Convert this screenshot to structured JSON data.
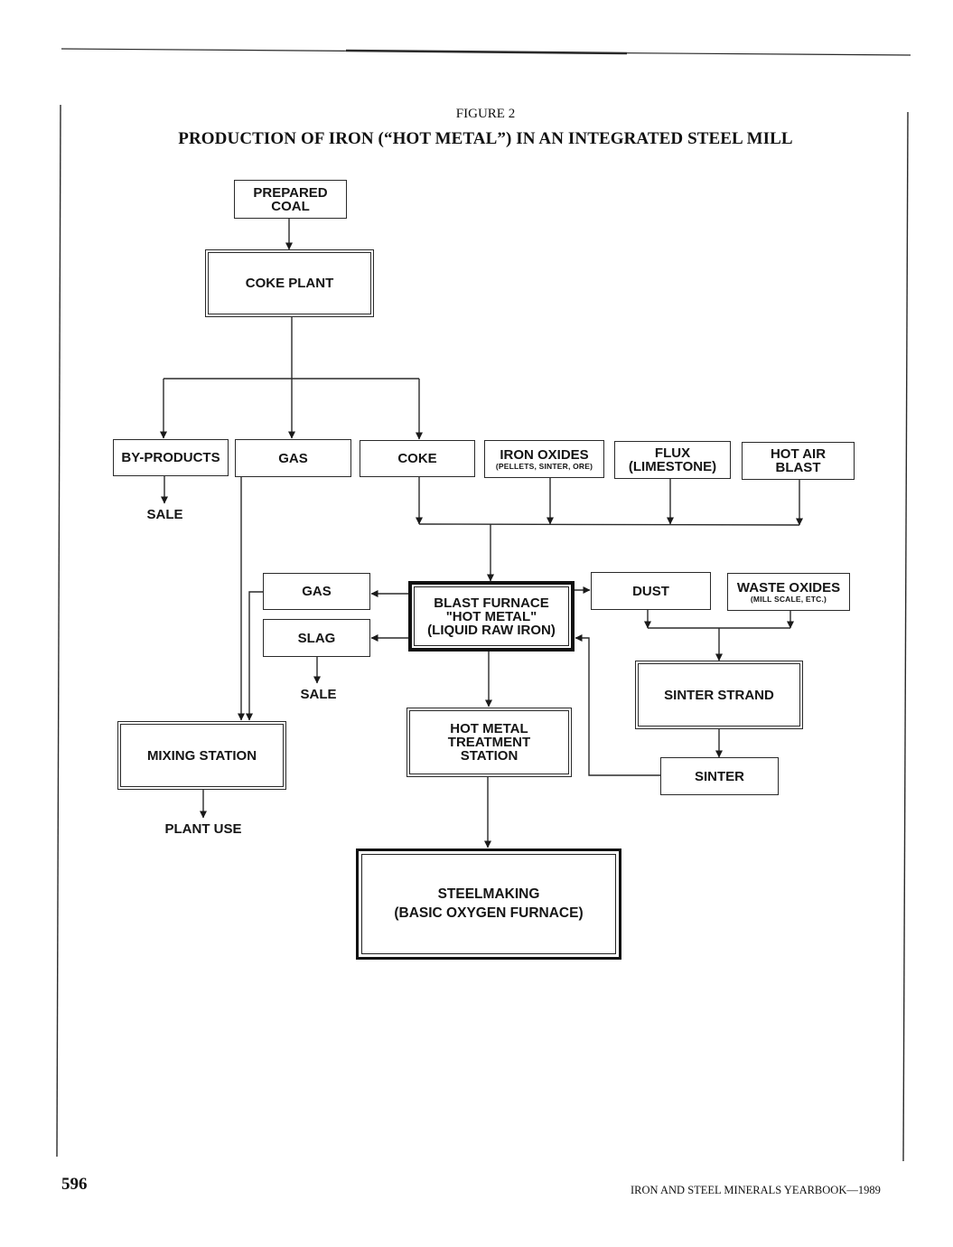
{
  "figure": {
    "label": "FIGURE 2",
    "title": "PRODUCTION OF IRON (“HOT METAL”) IN AN INTEGRATED STEEL MILL"
  },
  "nodes": {
    "prepared_coal": "PREPARED\nCOAL",
    "coke_plant": "COKE PLANT",
    "by_products": "BY-PRODUCTS",
    "gas_top": "GAS",
    "coke": "COKE",
    "iron_oxides": "IRON OXIDES",
    "iron_oxides_sub": "(PELLETS, SINTER, ORE)",
    "flux": "FLUX\n(LIMESTONE)",
    "hot_air_blast": "HOT AIR\nBLAST",
    "gas_bf": "GAS",
    "slag": "SLAG",
    "blast_furnace": "BLAST FURNACE\n\"HOT METAL\"\n(LIQUID RAW IRON)",
    "dust": "DUST",
    "waste_oxides": "WASTE OXIDES",
    "waste_oxides_sub": "(MILL SCALE, ETC.)",
    "sinter_strand": "SINTER STRAND",
    "sinter": "SINTER",
    "mixing_station": "MIXING STATION",
    "hot_metal_treatment": "HOT METAL\nTREATMENT\nSTATION",
    "steelmaking": "STEELMAKING\n(BASIC OXYGEN FURNACE)"
  },
  "labels": {
    "sale_byproducts": "SALE",
    "sale_slag": "SALE",
    "plant_use": "PLANT USE"
  },
  "footer": {
    "page_number": "596",
    "running_title": "IRON AND STEEL MINERALS YEARBOOK—1989"
  },
  "edges": [
    {
      "from": "prepared_coal",
      "to": "coke_plant"
    },
    {
      "from": "coke_plant",
      "to": "by_products"
    },
    {
      "from": "coke_plant",
      "to": "gas_top"
    },
    {
      "from": "coke_plant",
      "to": "coke"
    },
    {
      "from": "by_products",
      "to": "sale_byproducts"
    },
    {
      "from": "coke",
      "to": "blast_furnace"
    },
    {
      "from": "iron_oxides",
      "to": "blast_furnace"
    },
    {
      "from": "flux",
      "to": "blast_furnace"
    },
    {
      "from": "hot_air_blast",
      "to": "blast_furnace"
    },
    {
      "from": "blast_furnace",
      "to": "gas_bf"
    },
    {
      "from": "blast_furnace",
      "to": "slag"
    },
    {
      "from": "blast_furnace",
      "to": "dust"
    },
    {
      "from": "slag",
      "to": "sale_slag"
    },
    {
      "from": "gas_top",
      "to": "mixing_station"
    },
    {
      "from": "gas_bf",
      "to": "mixing_station"
    },
    {
      "from": "mixing_station",
      "to": "plant_use"
    },
    {
      "from": "dust",
      "to": "sinter_strand"
    },
    {
      "from": "waste_oxides",
      "to": "sinter_strand"
    },
    {
      "from": "sinter_strand",
      "to": "sinter"
    },
    {
      "from": "sinter",
      "to": "blast_furnace"
    },
    {
      "from": "blast_furnace",
      "to": "hot_metal_treatment"
    },
    {
      "from": "hot_metal_treatment",
      "to": "steelmaking"
    }
  ]
}
